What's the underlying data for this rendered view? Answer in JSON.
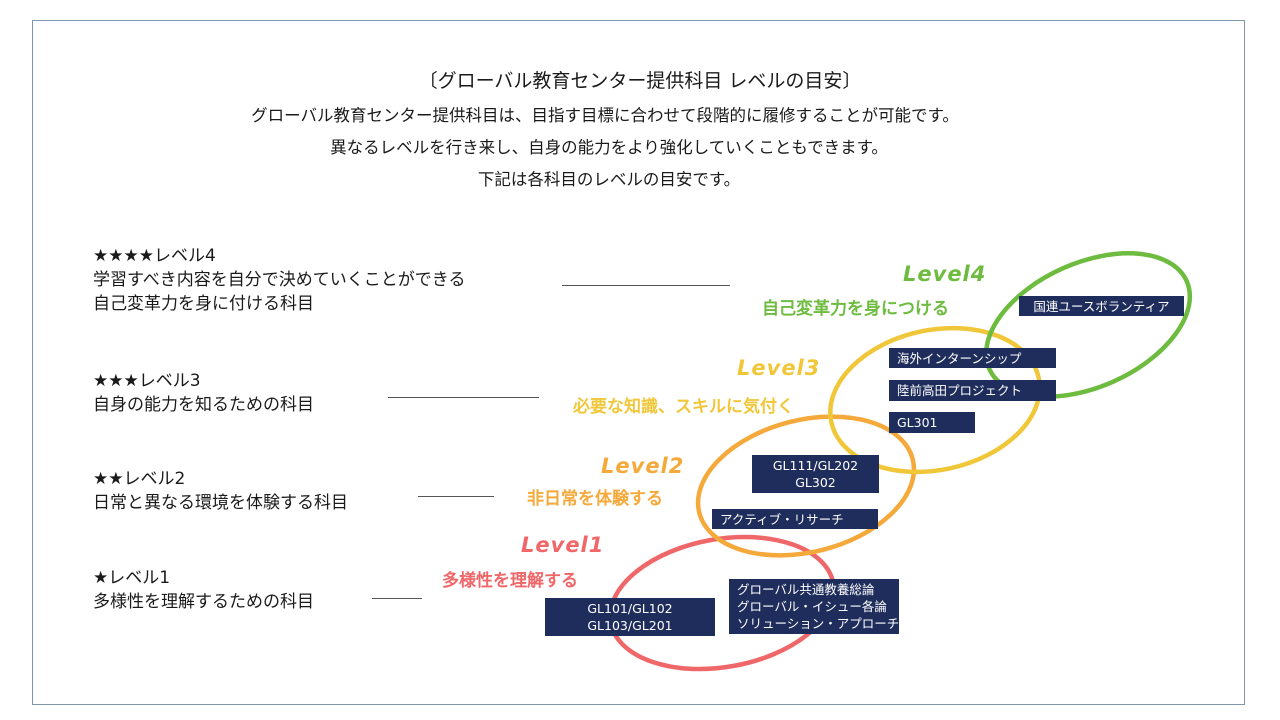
{
  "header": {
    "title": "〔グローバル教育センター提供科目 レベルの目安〕",
    "intro": [
      "グローバル教育センター提供科目は、目指す目標に合わせて段階的に履修することが可能です。",
      "異なるレベルを行き来し、自身の能力をより強化していくこともできます。",
      "下記は各科目のレベルの目安です。"
    ]
  },
  "levels_left": [
    {
      "stars_label": "★★★★レベル4",
      "desc": [
        "学習すべき内容を自分で決めていくことができる",
        "自己変革力を身に付ける科目"
      ]
    },
    {
      "stars_label": "★★★レベル3",
      "desc": [
        "自身の能力を知るための科目"
      ]
    },
    {
      "stars_label": "★★レベル2",
      "desc": [
        "日常と異なる環境を体験する科目"
      ]
    },
    {
      "stars_label": "★レベル1",
      "desc": [
        "多様性を理解するための科目"
      ]
    }
  ],
  "rings": [
    {
      "name": "Level1",
      "goal": "多様性を理解する",
      "color": "#f0676a"
    },
    {
      "name": "Level2",
      "goal": "非日常を体験する",
      "color": "#f5a93a"
    },
    {
      "name": "Level3",
      "goal": "必要な知識、スキルに気付く",
      "color": "#f1c73a"
    },
    {
      "name": "Level4",
      "goal": "自己変革力を身につける",
      "color": "#6dbb3f"
    }
  ],
  "courses": {
    "level1_a": [
      "GL101/GL102",
      "GL103/GL201"
    ],
    "level1_b": [
      "グローバル共通教養総論",
      "グローバル・イシュー各論",
      "ソリューション・アプローチ"
    ],
    "level2_a": [
      "GL111/GL202",
      "GL302"
    ],
    "level2_b": "アクティブ・リサーチ",
    "level3_a": "海外インターンシップ",
    "level3_b": "陸前高田プロジェクト",
    "level3_c": "GL301",
    "level4_a": "国連ユースボランティア"
  },
  "colors": {
    "box_bg": "#1f2d5c",
    "frame": "#7f96ad"
  }
}
